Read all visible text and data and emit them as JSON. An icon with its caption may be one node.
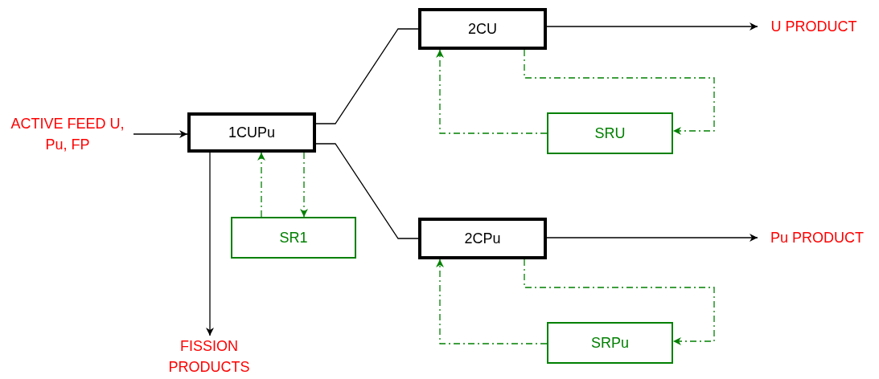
{
  "diagram": {
    "nodes": [
      {
        "text": [
          "ACTIVE FEED U, Pu, FP"
        ]
      },
      {
        "text": [
          "1CUPu"
        ]
      },
      {
        "text": [
          "SR1"
        ]
      },
      {
        "text": [
          "2CU"
        ]
      },
      {
        "text": [
          "SRU"
        ]
      },
      {
        "text": [
          "2CPu"
        ]
      },
      {
        "text": [
          "SRPu"
        ]
      },
      {
        "text": [
          "U PRODUCT"
        ]
      },
      {
        "text": [
          "Pu PRODUCT"
        ]
      },
      {
        "text": [
          "FISSION PRODUCTS"
        ]
      }
    ],
    "edges": [
      {
        "from": 0,
        "to": 1,
        "arrow": "to"
      },
      {
        "from": 1,
        "to": 3,
        "arrow": "none"
      },
      {
        "from": 1,
        "to": 5,
        "arrow": "none"
      },
      {
        "from": 3,
        "to": 7,
        "arrow": "to"
      },
      {
        "from": 5,
        "to": 8,
        "arrow": "to"
      },
      {
        "from": 1,
        "to": 9,
        "arrow": "to"
      },
      {
        "from": 2,
        "to": 1,
        "arrow": "to",
        "style": "dashed",
        "color": "#008000"
      },
      {
        "from": 1,
        "to": 2,
        "arrow": "to",
        "style": "dashed",
        "color": "#008000"
      },
      {
        "from": 3,
        "to": 4,
        "arrow": "to",
        "style": "dashed",
        "color": "#008000"
      },
      {
        "from": 4,
        "to": 3,
        "arrow": "to",
        "style": "dashed",
        "color": "#008000"
      },
      {
        "from": 5,
        "to": 6,
        "arrow": "to",
        "style": "dashed",
        "color": "#008000"
      },
      {
        "from": 6,
        "to": 5,
        "arrow": "to",
        "style": "dashed",
        "color": "#008000"
      }
    ]
  }
}
